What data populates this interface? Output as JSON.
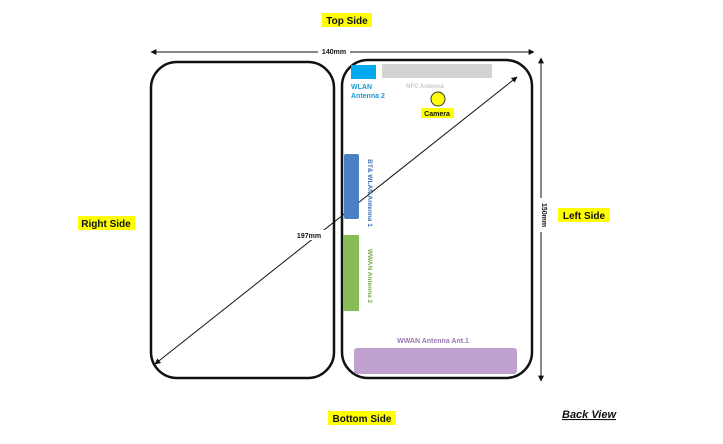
{
  "sides": {
    "top": "Top Side",
    "bottom": "Bottom Side",
    "left": "Left Side",
    "right": "Right Side"
  },
  "view_label": "Back View",
  "dimensions": {
    "width": "140mm",
    "height": "150mm",
    "diagonal": "197mm"
  },
  "components": {
    "wlan_antenna_2_line1": "WLAN",
    "wlan_antenna_2_line2": "Antenna 2",
    "nfc_antenna": "NFC Antenna",
    "camera": "Camera",
    "bt_wlan_antenna_1": "BT& WLAN Antenna 1",
    "wwan_antenna_2": "WWAN Antenna 2",
    "wwan_antenna_ant1": "WWAN Antenna Ant.1"
  },
  "colors": {
    "highlight": "#ffff00",
    "wlan": "#00aaee",
    "nfc": "#d3d3d3",
    "camera": "#ffff00",
    "bt_wlan": "#4a7fc4",
    "wwan2": "#86bb55",
    "wwan1": "#bfa0d0"
  }
}
